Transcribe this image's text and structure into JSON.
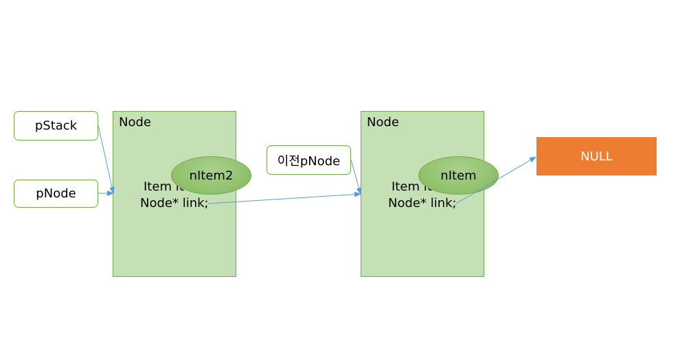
{
  "pointers": {
    "pstack": "pStack",
    "pnode": "pNode",
    "prev_pnode": "이전pNode"
  },
  "node1": {
    "title": "Node",
    "field_item": "Item it",
    "field_link": "Node* link;",
    "bubble": "nItem2"
  },
  "node2": {
    "title": "Node",
    "field_item": "Item it",
    "field_link": "Node* link;",
    "bubble": "nItem"
  },
  "null_box": {
    "label": "NULL"
  },
  "colors": {
    "node_fill": "#c5e0b4",
    "node_border": "#70ad47",
    "bubble_fill": "#92c36f",
    "null_fill": "#ed7d31",
    "arrow": "#5b9bd5"
  },
  "icons": {
    "arrowhead": "arrowhead-icon"
  }
}
